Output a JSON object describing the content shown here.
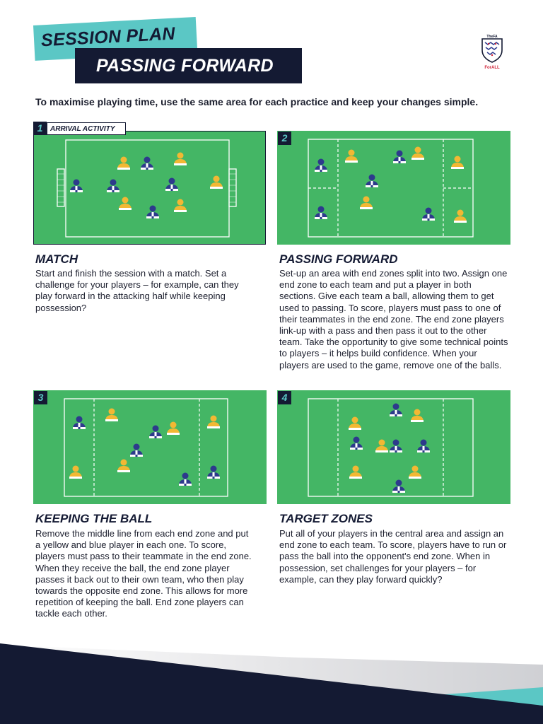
{
  "header": {
    "title_top": "SESSION PLAN",
    "title_bottom": "PASSING FORWARD"
  },
  "logo": {
    "icon": "fa-crest-icon",
    "top_text": "TheFA",
    "bottom_text": "ForALL"
  },
  "intro": "To maximise playing time, use the same area for each practice and keep your changes simple.",
  "colors": {
    "pitch": "#44b665",
    "navy": "#141a33",
    "teal": "#5bc7c5",
    "yellow_player": "#f2b833",
    "blue_player": "#2d3a8c"
  },
  "sections": [
    {
      "number": "1",
      "tag": "ARRIVAL ACTIVITY",
      "title": "MATCH",
      "text": "Start and finish the session with a match. Set a challenge for your players – for example, can they play forward in the attacking half while keeping possession?"
    },
    {
      "number": "2",
      "title": "PASSING FORWARD",
      "text": "Set-up an area with end zones split into two. Assign one end zone to each team and put a player in both sections. Give each team a ball, allowing them to get used to passing. To score, players must pass to one of their teammates in the end zone. The end zone players link-up with a pass and then pass it out to the other team. Take the opportunity to give some technical points to players – it helps build confidence. When your players are used to the game, remove one of the balls."
    },
    {
      "number": "3",
      "title": "KEEPING THE BALL",
      "text": "Remove the middle line from each end zone and put a yellow and blue player in each one. To score, players must pass to their teammate in the end zone. When they receive the ball, the end zone player passes it back out to their own team, who then play towards the opposite end zone. This allows for more repetition of keeping the ball. End zone players can tackle each other."
    },
    {
      "number": "4",
      "title": "TARGET ZONES",
      "text": "Put all of your players in the central area and assign an end zone to each team. To score, players have to run or pass the ball into the opponent's end zone. When in possession, set challenges for your players – for example, can they play forward quickly?"
    }
  ]
}
